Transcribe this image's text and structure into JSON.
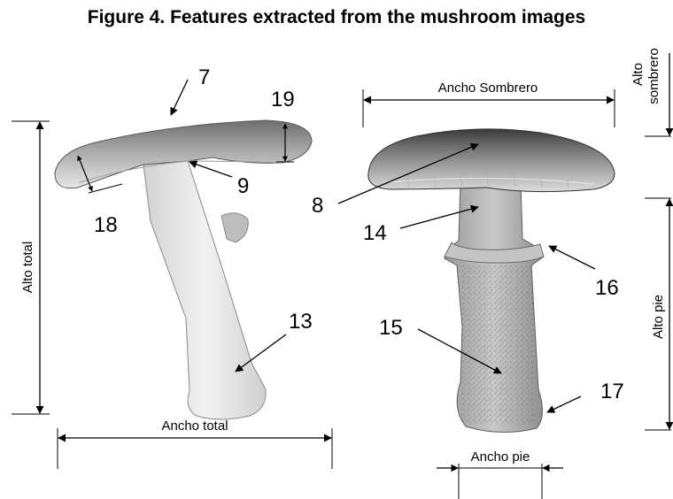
{
  "title": "Figure 4. Features extracted from the mushroom images",
  "dimensions": {
    "alto_total": "Alto total",
    "ancho_total": "Ancho total",
    "ancho_sombrero": "Ancho Sombrero",
    "alto_sombrero_line1": "Alto",
    "alto_sombrero_line2": "sombrero",
    "alto_pie": "Alto pie",
    "ancho_pie": "Ancho pie"
  },
  "callouts": {
    "n7": "7",
    "n8": "8",
    "n9": "9",
    "n13": "13",
    "n14": "14",
    "n15": "15",
    "n16": "16",
    "n17": "17",
    "n18": "18",
    "n19": "19"
  }
}
